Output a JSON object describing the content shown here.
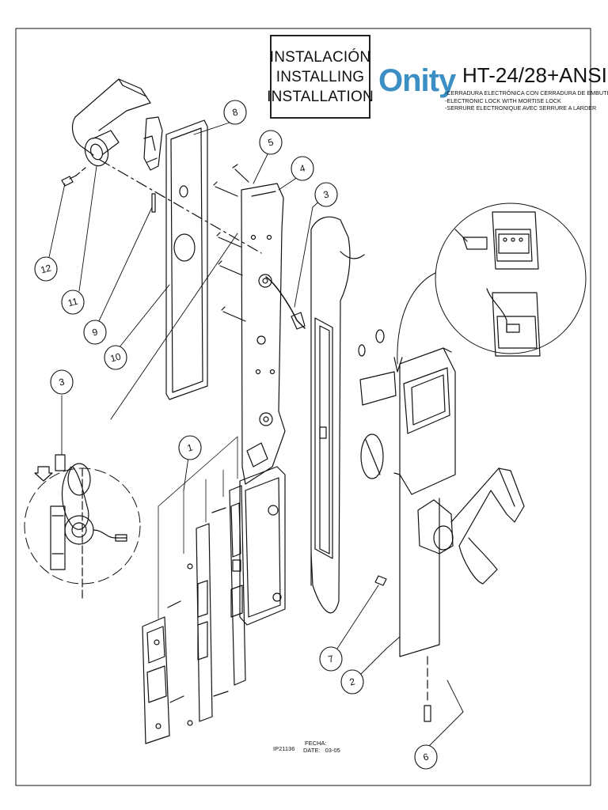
{
  "title_block": {
    "lines": [
      "INSTALACIÓN",
      "INSTALLING",
      "INSTALLATION"
    ]
  },
  "brand": {
    "logo": "Onity",
    "logo_color": "#3b8fc4"
  },
  "model": "HT-24/28+ANSI",
  "descriptions": [
    "-CERRADURA ELECTRÓNICA CON CERRADURA DE EMBUTIR",
    "-ELECTRONIC LOCK WITH MORTISE LOCK",
    "-SERRURE ELECTRONIQUE AVEC SERRURE A LARDER"
  ],
  "callouts": [
    {
      "label": "1"
    },
    {
      "label": "2"
    },
    {
      "label": "3"
    },
    {
      "label": "3"
    },
    {
      "label": "4"
    },
    {
      "label": "5"
    },
    {
      "label": "6"
    },
    {
      "label": "7"
    },
    {
      "label": "8"
    },
    {
      "label": "9"
    },
    {
      "label": "10"
    },
    {
      "label": "11"
    },
    {
      "label": "12"
    }
  ],
  "footer": {
    "code": "IP21136",
    "fecha_label": "FECHA:",
    "date_label": "DATE:",
    "date_value": "03-05"
  }
}
